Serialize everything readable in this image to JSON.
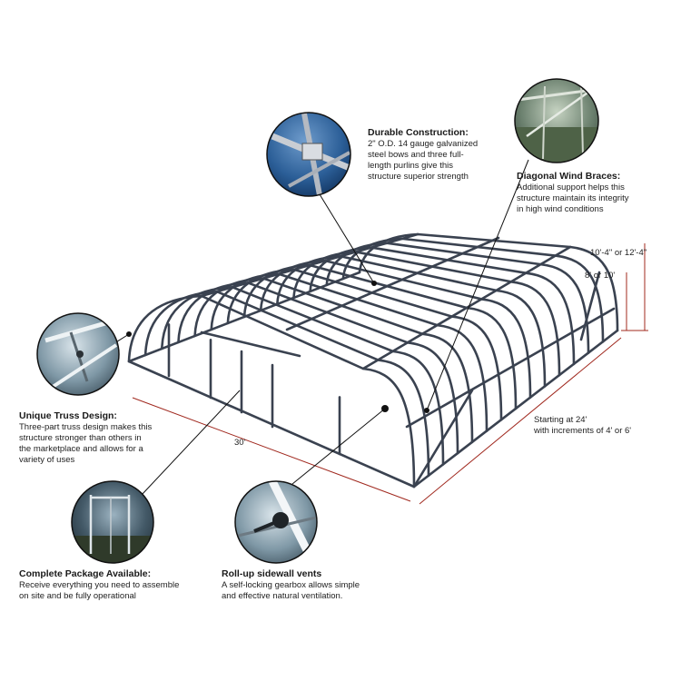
{
  "callouts": {
    "durable": {
      "title": "Durable Construction:",
      "lines": [
        "2\" O.D. 14 gauge galvanized",
        "steel bows and three full-",
        "length purlins give this",
        "structure superior strength"
      ]
    },
    "wind": {
      "title": "Diagonal Wind Braces:",
      "lines": [
        "Additional support helps this",
        "structure maintain its integrity",
        "in high wind conditions"
      ]
    },
    "truss": {
      "title": "Unique Truss Design:",
      "lines": [
        "Three-part truss design makes this",
        "structure stronger than others in",
        "the marketplace and allows for a",
        "variety of uses"
      ]
    },
    "package": {
      "title": "Complete Package Available:",
      "lines": [
        "Receive everything you need to assemble",
        "on site and be fully operational"
      ]
    },
    "rollup": {
      "title": "Roll-up sidewall vents",
      "lines": [
        "A self-locking gearbox allows simple",
        "and effective natural ventilation."
      ]
    }
  },
  "dimensions": {
    "height_peak": "10'-4\" or 12'-4\"",
    "height_side": "8' or 10'",
    "width": "30'",
    "length_line1": "Starting at 24'",
    "length_line2": "with increments of 4' or 6'"
  },
  "colors": {
    "frame": "#3a4250",
    "dimension": "#a0281e",
    "photo_sky": "#1e4f86",
    "leader": "#111111"
  }
}
